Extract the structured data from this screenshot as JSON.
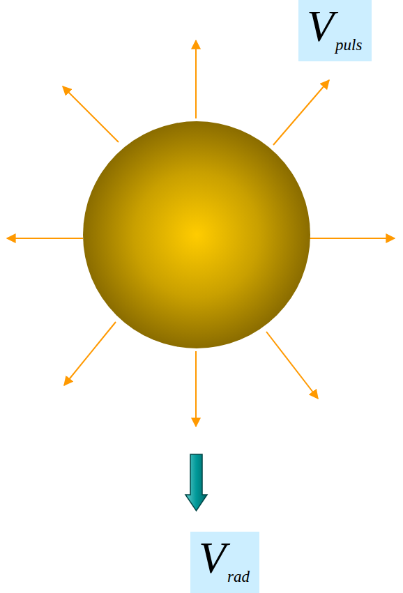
{
  "diagram": {
    "nodes": [
      {
        "text": [
          "V",
          "puls"
        ]
      },
      {
        "text": [
          "V",
          "rad"
        ]
      }
    ]
  }
}
